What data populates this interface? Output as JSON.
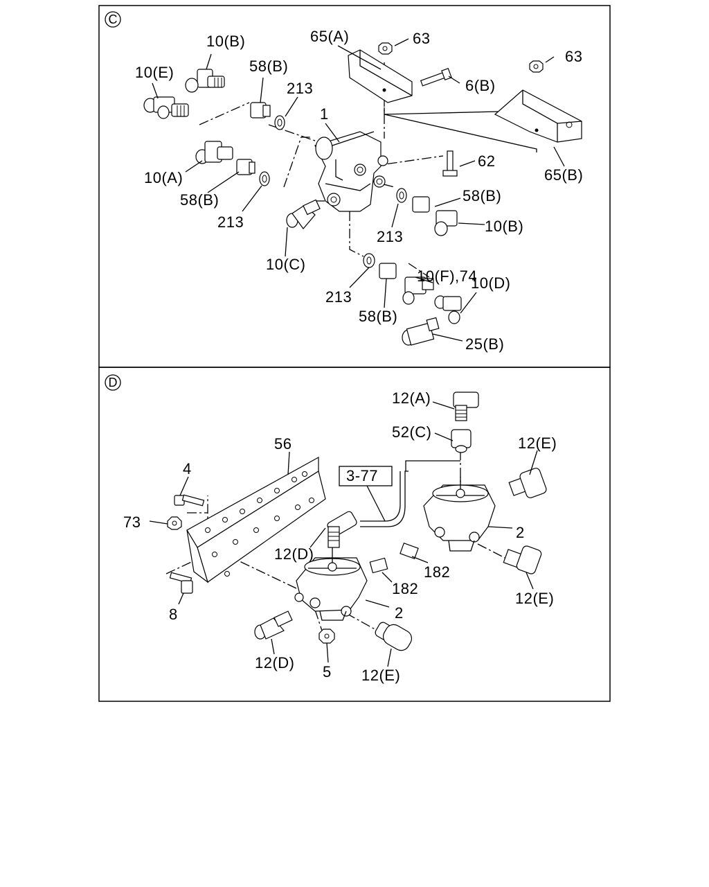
{
  "sections": [
    {
      "id": "C",
      "symbol": "C"
    },
    {
      "id": "D",
      "symbol": "D"
    }
  ],
  "labels_c": {
    "p65a": "65(A)",
    "p63a": "63",
    "p63b": "63",
    "p10b": "10(B)",
    "p10e": "10(E)",
    "p58b_1": "58(B)",
    "p213_1": "213",
    "p6b": "6(B)",
    "p1": "1",
    "p65b": "65(B)",
    "p62": "62",
    "p10a": "10(A)",
    "p58b_2": "58(B)",
    "p213_2": "213",
    "p58b_3": "58(B)",
    "p10b_2": "10(B)",
    "p213_3": "213",
    "p10c": "10(C)",
    "p10f": "10(F),74",
    "p10d": "10(D)",
    "p213_4": "213",
    "p58b_4": "58(B)",
    "p25b": "25(B)"
  },
  "labels_d": {
    "p12a": "12(A)",
    "p52c": "52(C)",
    "p12e_1": "12(E)",
    "p56": "56",
    "p4": "4",
    "p377": "3-77",
    "p73": "73",
    "p2_1": "2",
    "p182_1": "182",
    "p12d_1": "12(D)",
    "p182_2": "182",
    "p12e_2": "12(E)",
    "p8": "8",
    "p2_2": "2",
    "p12d_2": "12(D)",
    "p5": "5",
    "p12e_3": "12(E)"
  }
}
